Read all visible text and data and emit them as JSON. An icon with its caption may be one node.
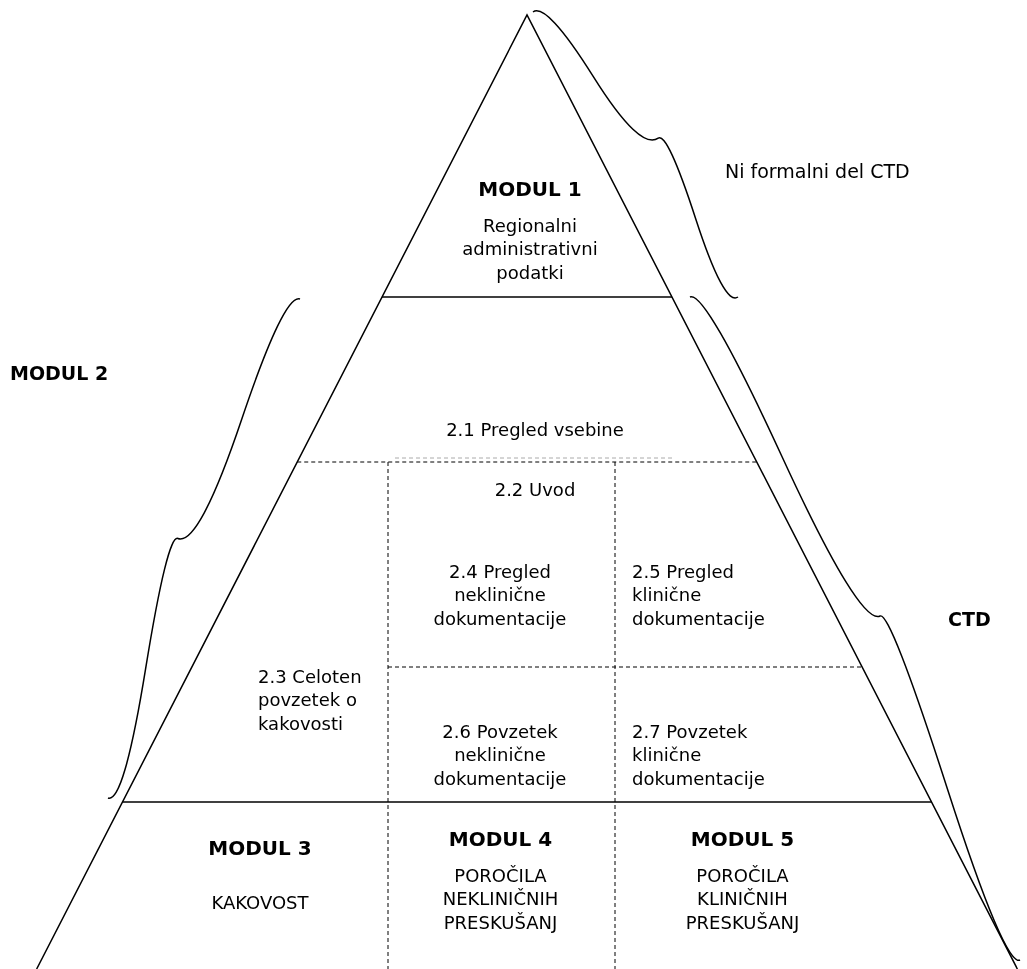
{
  "diagram": {
    "nodes": [
      {
        "text": [
          "MODUL 1",
          "Regionalni administrativni podatki"
        ]
      },
      {
        "text": [
          "2.1 Pregled vsebine"
        ]
      },
      {
        "text": [
          "2.2 Uvod"
        ]
      },
      {
        "text": [
          "2.3 Celoten povzetek o kakovosti"
        ]
      },
      {
        "text": [
          "2.4 Pregled neklinične dokumentacije"
        ]
      },
      {
        "text": [
          "2.5 Pregled klinične dokumentacije"
        ]
      },
      {
        "text": [
          "2.6 Povzetek neklinične dokumentacije"
        ]
      },
      {
        "text": [
          "2.7 Povzetek klinične dokumentacije"
        ]
      },
      {
        "text": [
          "MODUL 3",
          "KAKOVOST"
        ]
      },
      {
        "text": [
          "MODUL 4",
          "POROČILA NEKLINIČNIH PRESKUŠANJ"
        ]
      },
      {
        "text": [
          "MODUL 5",
          "POROČILA KLINIČNIH PRESKUŠANJ"
        ]
      }
    ],
    "labels": [
      "Ni formalni del CTD",
      "MODUL 2",
      "CTD"
    ]
  }
}
